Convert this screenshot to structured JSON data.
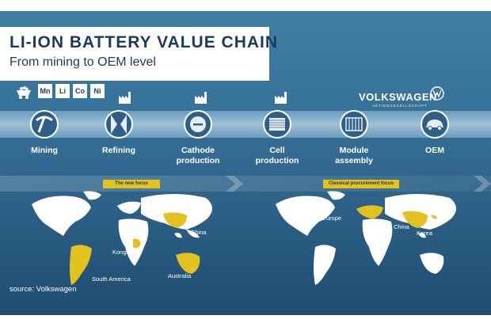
{
  "header": {
    "title": "LI-ION BATTERY VALUE CHAIN",
    "subtitle": "From mining to OEM level"
  },
  "brand": {
    "name": "VOLKSWAGEN",
    "tagline": "AKTIENGESELLSCHAFT"
  },
  "minerals": [
    "Mn",
    "Li",
    "Co",
    "Ni"
  ],
  "stages": [
    {
      "line1": "Mining",
      "line2": "",
      "icon": "pickaxe-icon"
    },
    {
      "line1": "Refining",
      "line2": "",
      "icon": "refining-icon"
    },
    {
      "line1": "Cathode",
      "line2": "production",
      "icon": "cathode-icon"
    },
    {
      "line1": "Cell",
      "line2": "production",
      "icon": "cell-icon"
    },
    {
      "line1": "Module",
      "line2": "assembly",
      "icon": "module-icon"
    },
    {
      "line1": "OEM",
      "line2": "",
      "icon": "car-icon"
    }
  ],
  "focus": {
    "left": "The new focus",
    "right": "Classical procurement focus"
  },
  "regions": {
    "left": {
      "china": "China",
      "kongo": "Kongo",
      "south_america": "South America",
      "australia": "Australia"
    },
    "right": {
      "europe": "Europe",
      "china": "China",
      "korea": "Korea"
    }
  },
  "colors": {
    "accent": "#e3c11f",
    "title": "#1b3a5c"
  },
  "source": "source: Volkswagen"
}
